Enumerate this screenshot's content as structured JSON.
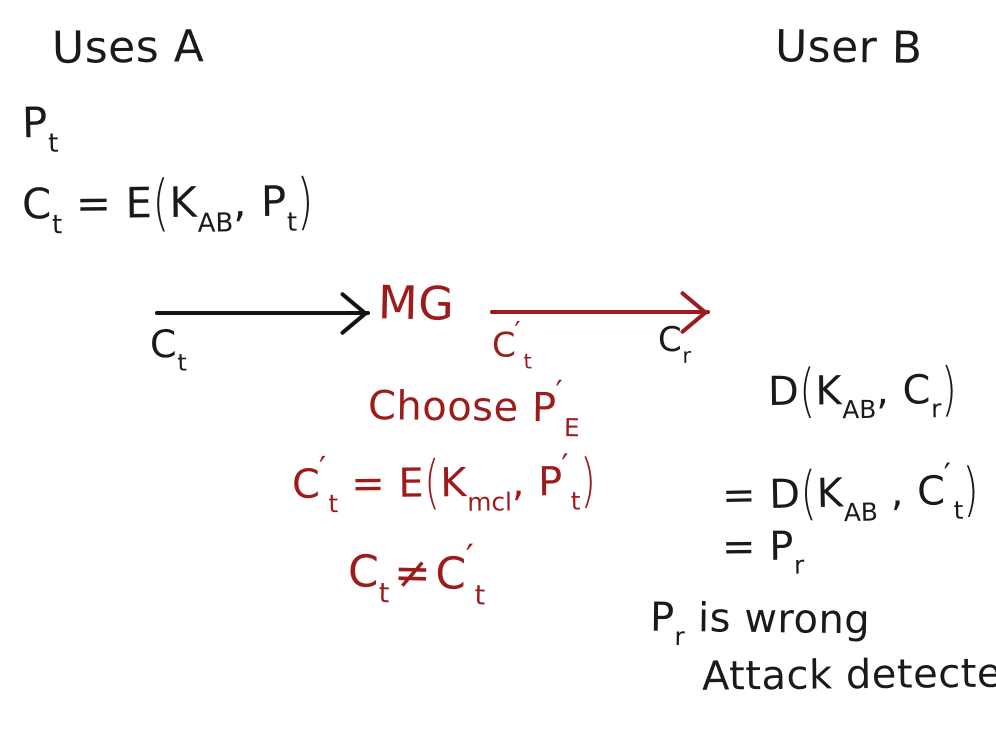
{
  "page": {
    "kind": "handwritten-whiteboard-notes",
    "topic": "Man-in-the-middle attack detection with shared key encryption",
    "background_color": "#ffffff",
    "ink_black": "#1a1a1a",
    "ink_red": "#9c1b1b"
  },
  "columns": {
    "left": {
      "heading": "Uses A",
      "lines": [
        {
          "id": "plaintext",
          "text": "Pt",
          "base": "P",
          "sub": "t"
        },
        {
          "id": "ciphertext_def",
          "text": "Ct = E(KAB, Pt)"
        }
      ]
    },
    "right": {
      "heading": "User B",
      "lines": [
        {
          "id": "decrypt_received",
          "text": "D(KAB, Cr)"
        },
        {
          "id": "decrypt_equals_ctprime",
          "text": "= D(KAB, Ct')"
        },
        {
          "id": "decrypt_result",
          "text": "= Pr"
        },
        {
          "id": "conclusion_1",
          "text": "Pr is wrong"
        },
        {
          "id": "conclusion_2",
          "text": "Attack detected"
        }
      ]
    }
  },
  "middle_attacker": {
    "label": "MG",
    "notes": [
      {
        "id": "choose",
        "text": "Choose PE'"
      },
      {
        "id": "forged_cipher",
        "text": "Ct' = E(Kmcl, Pt')"
      },
      {
        "id": "inequality",
        "text": "Ct ≠ Ct'"
      }
    ]
  },
  "arrows": [
    {
      "id": "arrow-a-to-mg",
      "color": "#141414",
      "label_below_left": "Ct",
      "direction": "right"
    },
    {
      "id": "arrow-mg-to-b",
      "color": "#9c1b1b",
      "label_below_left": "Ct'",
      "label_below_right": "Cr",
      "direction": "right"
    }
  ],
  "symbols": {
    "encrypt_fn": "E",
    "decrypt_fn": "D",
    "shared_key": "KAB",
    "malicious_key": "Kmcl",
    "not_equal": "≠",
    "prime": "′"
  },
  "text": {
    "user_a": "Uses A",
    "user_b": "User B",
    "pt_base": "P",
    "pt_sub": "t",
    "ct_base": "C",
    "ct_sub": "t",
    "eq": "=",
    "E": "E",
    "D": "D",
    "lparen": "(",
    "rparen": ")",
    "K": "K",
    "K_sub_ab": "AB",
    "K_sub_mcl": "mcl",
    "comma": ",",
    "mg": "MG",
    "choose": "Choose",
    "P": "P",
    "sub_E": "E",
    "prime": "′",
    "neq": "≠",
    "Cr_base": "C",
    "Cr_sub": "r",
    "Pr_base": "P",
    "Pr_sub": "r",
    "is_wrong": "is wrong",
    "attack_detected": "Attack detected"
  }
}
